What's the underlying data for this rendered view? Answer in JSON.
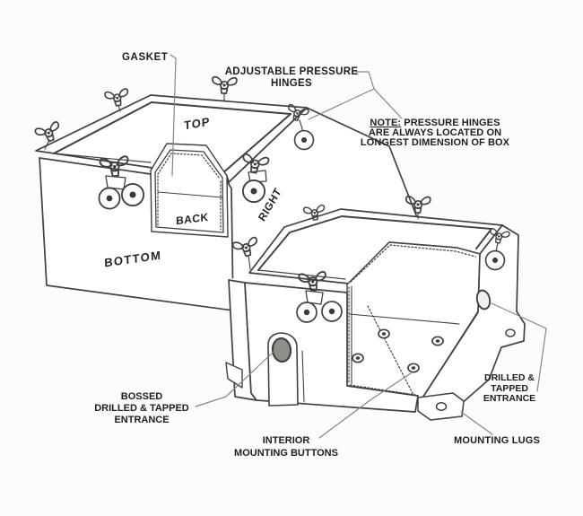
{
  "diagram_title": "Junction box pressure-hinge construction diagram",
  "annotations": {
    "gasket": {
      "text": "GASKET"
    },
    "adjustable_pressure_hinges": {
      "line1": "ADJUSTABLE PRESSURE",
      "line2": "HINGES"
    },
    "pressure_hinge_note": {
      "prefix": "NOTE:",
      "rest": " PRESSURE HINGES",
      "line2": "ARE ALWAYS LOCATED ON",
      "line3": "LONGEST DIMENSION OF BOX"
    },
    "bossed_entrance": {
      "line1": "BOSSED",
      "line2": "DRILLED & TAPPED",
      "line3": "ENTRANCE"
    },
    "interior_mounting_buttons": {
      "line1": "INTERIOR",
      "line2": "MOUNTING BUTTONS"
    },
    "mounting_lugs": {
      "text": "MOUNTING LUGS"
    },
    "drilled_tapped_entrance": {
      "line1": "DRILLED &",
      "line2": "TAPPED",
      "line3": "ENTRANCE"
    }
  },
  "face_labels": {
    "top": "TOP",
    "back": "BACK",
    "right": "RIGHT",
    "bottom": "BOTTOM"
  },
  "colors": {
    "background": "#fcfcfa",
    "ink": "#1d1d1d",
    "line_art": "#414141",
    "leader_line": "#858585"
  }
}
